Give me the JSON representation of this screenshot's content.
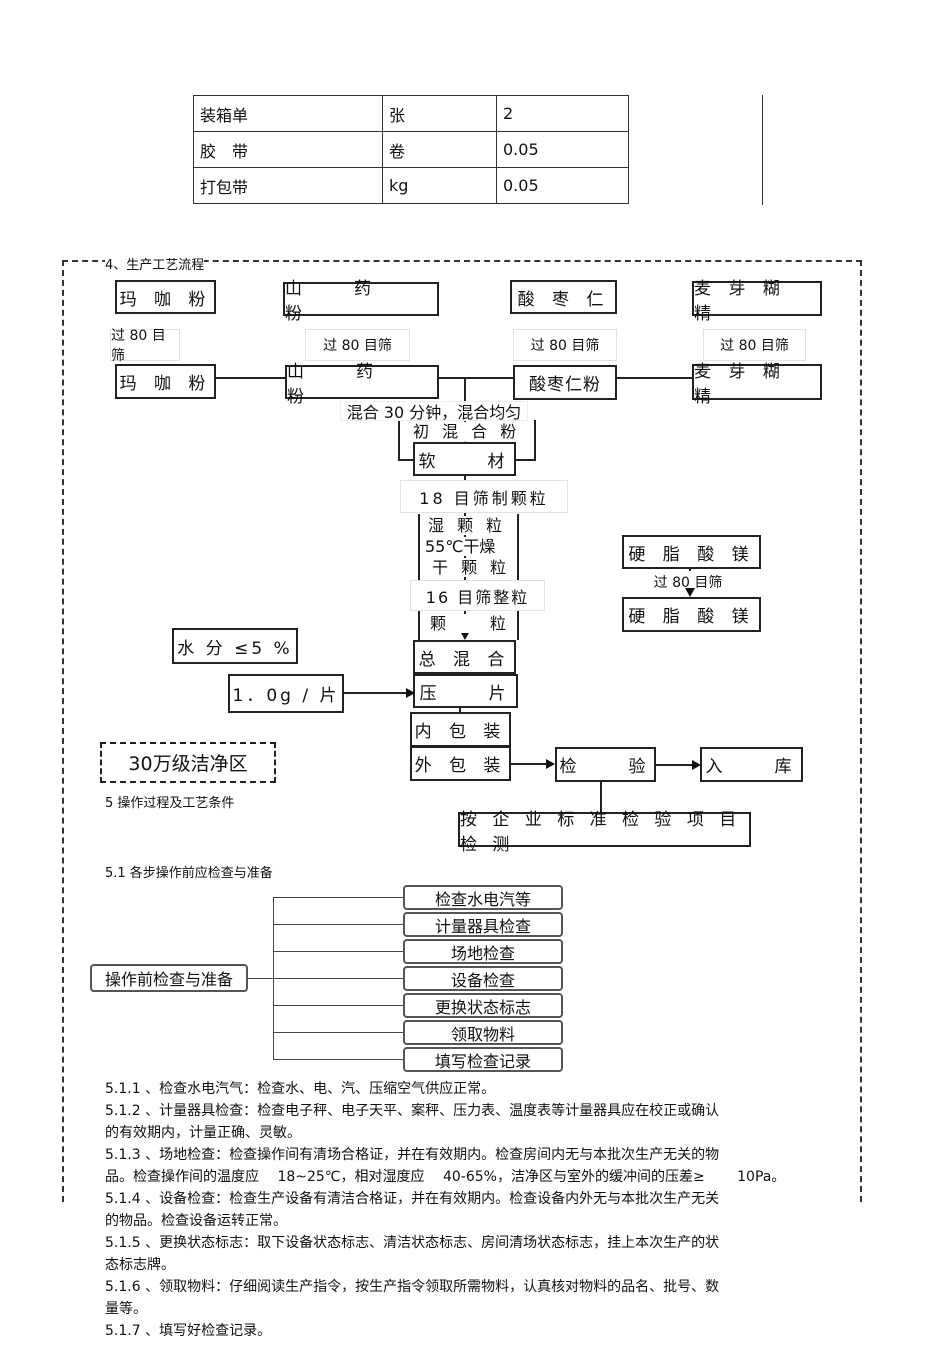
{
  "table": {
    "rows": [
      [
        "装箱单",
        "张",
        "2"
      ],
      [
        "胶　带",
        "卷",
        "0.05"
      ],
      [
        "打包带",
        "kg",
        "0.05"
      ]
    ]
  },
  "flow": {
    "title": "4、生产工艺流程",
    "raw": [
      "玛 咖 粉",
      "山　　药　　粉",
      "酸 枣 仁",
      "麦 芽 糊 精"
    ],
    "sieve": "过 80 目筛",
    "powder": [
      "玛 咖 粉",
      "山　　药　　粉",
      "酸枣仁粉",
      "麦 芽 糊 精"
    ],
    "mix": "混合 30 分钟，混合均匀",
    "pre_mix": "初 混 合 粉",
    "soft": "软　　材",
    "granulate": "18 目筛制颗粒",
    "wet": "湿 颗 粒",
    "dry": "55℃干燥",
    "dry_granule": "干 颗 粒",
    "size": "16 目筛整粒",
    "granule": "颗　　粒",
    "mg1": "硬 脂 酸 镁",
    "mg_sieve": "过 80 目筛",
    "mg2": "硬 脂 酸 镁",
    "moisture": "水 分 ≤5 %",
    "total_mix": "总 混 合",
    "weight": "1．0g / 片",
    "press": "压　　片",
    "inner": "内 包 装",
    "outer": "外 包 装",
    "inspect": "检　　验",
    "store": "入　　库",
    "standard": "按 企 业 标 准 检 验 项 目 检 测",
    "clean_zone": "30万级洁净区"
  },
  "section5": "5  操作过程及工艺条件",
  "section51": "5.1 各步操作前应检查与准备",
  "mindmap": {
    "root": "操作前检查与准备",
    "items": [
      "检查水电汽等",
      "计量器具检查",
      "场地检查",
      "设备检查",
      "更换状态标志",
      "领取物料",
      "填写检查记录"
    ]
  },
  "paragraphs": [
    "5.1.1 、检查水电汽气：检查水、电、汽、压缩空气供应正常。",
    "5.1.2 、计量器具检查：检查电子秤、电子天平、案秤、压力表、温度表等计量器具应在校正或确认",
    "的有效期内，计量正确、灵敏。",
    "5.1.3 、场地检查：检查操作间有清场合格证，并在有效期内。检查房间内无与本批次生产无关的物",
    "品。检查操作间的温度应　 18~25℃，相对湿度应　 40-65%，洁净区与室外的缓冲间的压差≥　　 10Pa。",
    "5.1.4 、设备检查：检查生产设备有清洁合格证，并在有效期内。检查设备内外无与本批次生产无关",
    "的物品。检查设备运转正常。",
    "5.1.5 、更换状态标志：取下设备状态标志、清洁状态标志、房间清场状态标志，挂上本次生产的状",
    "态标志牌。",
    "5.1.6 、领取物料：仔细阅读生产指令，按生产指令领取所需物料，认真核对物料的品名、批号、数",
    "量等。",
    "5.1.7 、填写好检查记录。"
  ]
}
